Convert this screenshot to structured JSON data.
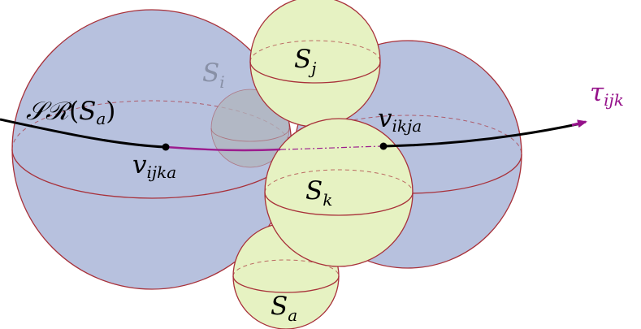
{
  "labels": {
    "sr_name": "𝒮ℛ",
    "sr_open": "(",
    "sr_arg": "S",
    "sr_arg_sub": "a",
    "sr_close": ")",
    "s_i": "S",
    "s_i_sub": "i",
    "s_j": "S",
    "s_j_sub": "j",
    "s_k": "S",
    "s_k_sub": "k",
    "s_a": "S",
    "s_a_sub": "a",
    "v_ijka": "v",
    "v_ijka_sub": "ijka",
    "v_ikja": "v",
    "v_ikja_sub": "ikja",
    "tau": "τ",
    "tau_sub": "ijk"
  },
  "colors": {
    "blue_sphere_fill": "#b7c1de",
    "sphere_outline": "#a8313a",
    "green_sphere_fill": "#e6f2c2",
    "gray_sphere_fill": "#b0b4bc",
    "curve": "#000000",
    "inner_arc": "#9c1d8e",
    "tau_label": "#95128a",
    "s_i_label": "#8890a6"
  }
}
